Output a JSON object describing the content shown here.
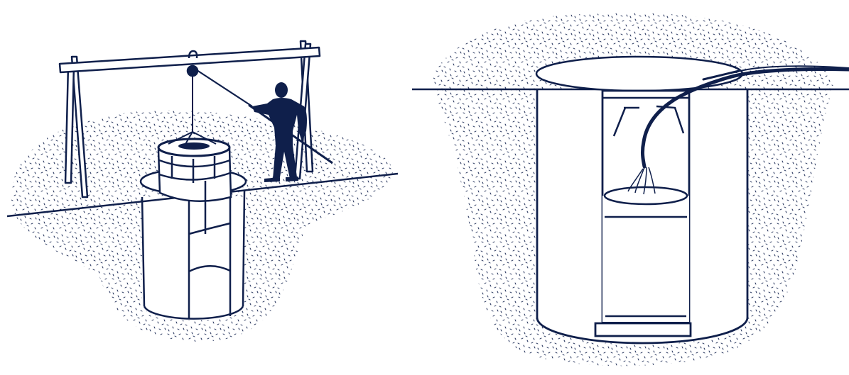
{
  "colors": {
    "ink": "#0f1f4b",
    "background": "#ffffff",
    "soil_speckle": "#0f1f4b",
    "water_highlight": "#ffffff"
  },
  "panels": [
    {
      "id": "left",
      "subject": "tank-lowered-by-pulley-into-pit"
    },
    {
      "id": "right",
      "subject": "tank-in-pit-filled-by-hose"
    }
  ]
}
